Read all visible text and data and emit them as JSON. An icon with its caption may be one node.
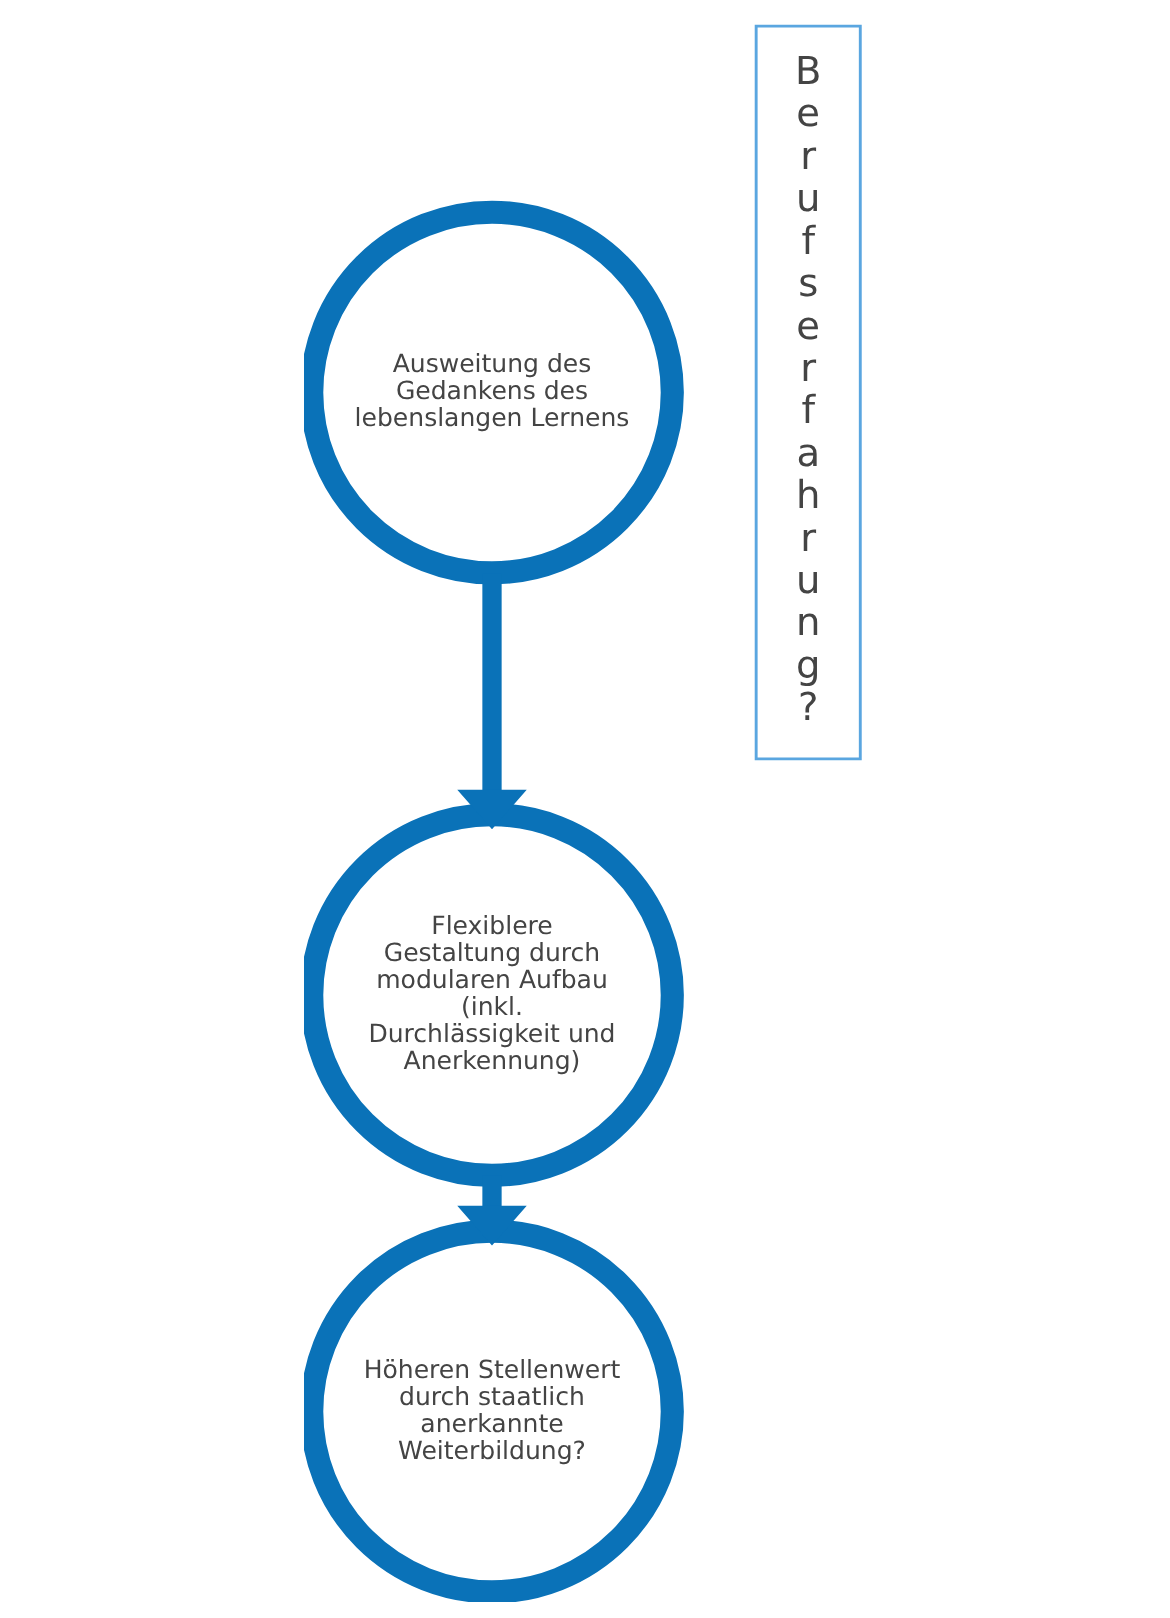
{
  "diagram": {
    "nodes": [
      {
        "text": [
          "Ausweitung des Gedankens des lebenslangen Lernens"
        ]
      },
      {
        "text": [
          "Flexiblere Gestaltung durch modularen Aufbau (inkl. Durchlässigkeit und Anerkennung)"
        ]
      },
      {
        "text": [
          "Höheren Stellenwert durch staatlich anerkannte Weiterbildung?"
        ]
      },
      {
        "text": [
          "Berufserfahrung?"
        ]
      }
    ],
    "edges": [
      {
        "from": 0,
        "to": 1,
        "arrow": "to"
      },
      {
        "from": 1,
        "to": 2,
        "arrow": "to"
      }
    ]
  }
}
